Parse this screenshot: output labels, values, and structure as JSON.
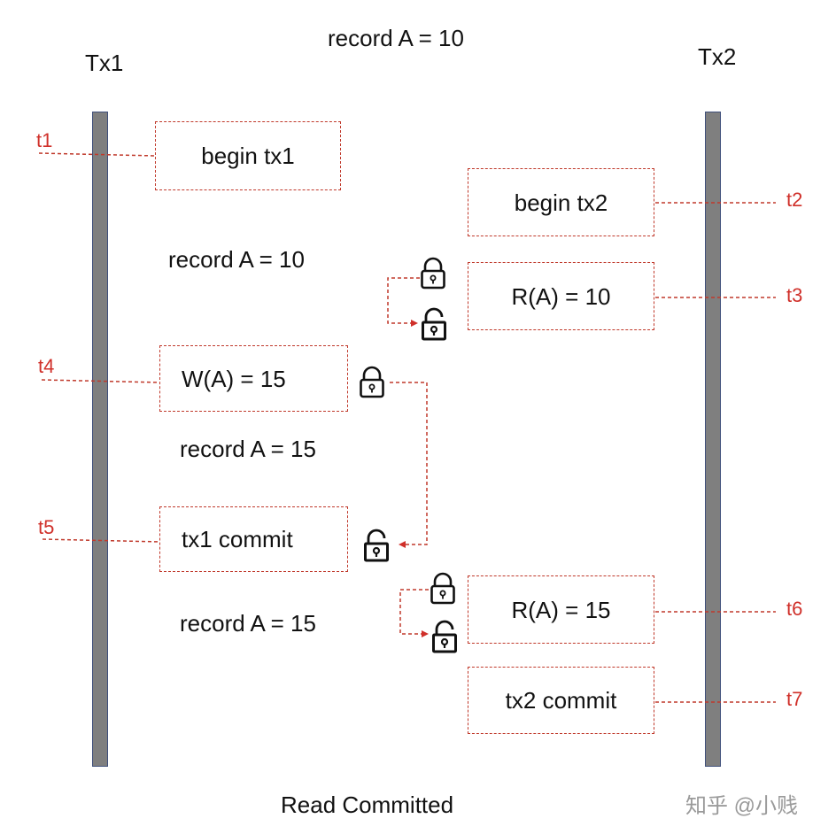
{
  "diagram": {
    "header": "record A = 10",
    "footer": "Read Committed",
    "watermark": "知乎 @小贱",
    "transactions": {
      "tx1": "Tx1",
      "tx2": "Tx2"
    },
    "time_labels": {
      "t1": "t1",
      "t2": "t2",
      "t3": "t3",
      "t4": "t4",
      "t5": "t5",
      "t6": "t6",
      "t7": "t7"
    },
    "operations": {
      "begin_tx1": "begin tx1",
      "begin_tx2": "begin tx2",
      "read_a_first": "R(A) = 10",
      "write_a": "W(A) = 15",
      "tx1_commit": "tx1 commit",
      "read_a_second": "R(A) = 15",
      "tx2_commit": "tx2 commit"
    },
    "record_notes": {
      "note1": "record A = 10",
      "note2": "record A = 15",
      "note3": "record A = 15"
    },
    "icons": {
      "locked": "padlock-locked-icon",
      "unlocked": "padlock-unlocked-icon"
    },
    "colors": {
      "accent": "#d0302a",
      "timeline_fill": "#7f7f7f",
      "timeline_border": "#3f4f7a",
      "box_border": "#c0392b"
    }
  }
}
